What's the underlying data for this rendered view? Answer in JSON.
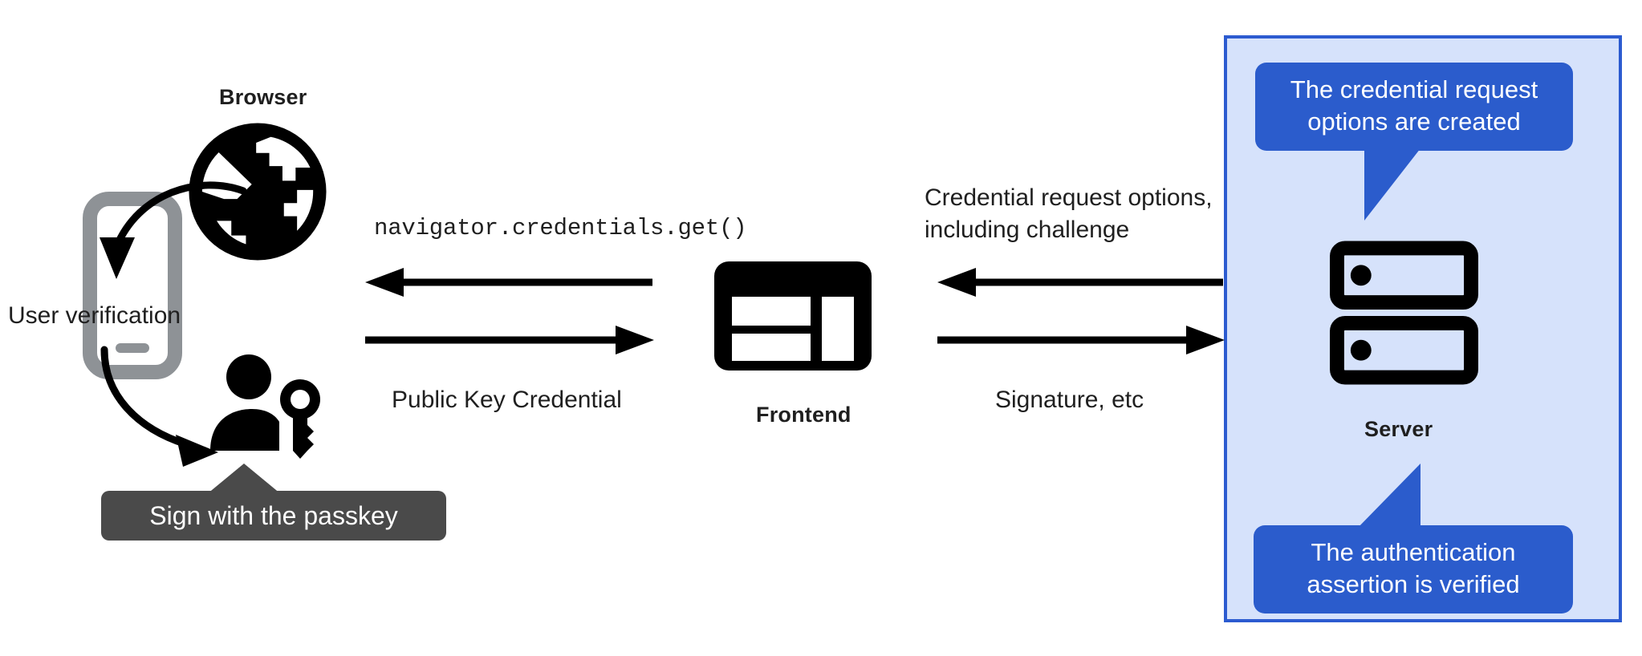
{
  "diagram": {
    "title": "WebAuthn passkey authentication flow",
    "colors": {
      "server_panel_fill": "#d6e2fb",
      "server_panel_border": "#2c5bd0",
      "bubble_fill": "#2b5ccc",
      "bubble_text": "#ffffff",
      "tooltip_fill": "#4a4a4a",
      "tooltip_text": "#ffffff",
      "icon_black": "#000000",
      "phone_gray": "#8e9296",
      "text": "#1f1f1f",
      "background": "#ffffff"
    }
  },
  "browser": {
    "label": "Browser",
    "icon": "globe-icon"
  },
  "phone": {
    "icon": "smartphone-icon",
    "label": "User verification"
  },
  "user": {
    "icon": "person-with-key-icon"
  },
  "passkey_tooltip": {
    "text": "Sign with the passkey"
  },
  "frontend": {
    "label": "Frontend",
    "icon": "web-layout-icon"
  },
  "server": {
    "label": "Server",
    "icon": "server-rack-icon"
  },
  "flows": {
    "browser_to_frontend": {
      "label": "navigator.credentials.get()",
      "direction": "left",
      "style": "monospace"
    },
    "frontend_to_browser": {
      "label": "Public Key Credential",
      "direction": "right",
      "style": "sans"
    },
    "server_to_frontend": {
      "label_line1": "Credential request options,",
      "label_line2": "including challenge",
      "direction": "left",
      "style": "sans"
    },
    "frontend_to_server": {
      "label": "Signature, etc",
      "direction": "right",
      "style": "sans"
    }
  },
  "server_bubbles": [
    {
      "id": "credential-request-options",
      "line1": "The credential request",
      "line2": "options are created",
      "tail": "down"
    },
    {
      "id": "authentication-assertion",
      "line1": "The authentication",
      "line2": "assertion is verified",
      "tail": "up"
    }
  ]
}
